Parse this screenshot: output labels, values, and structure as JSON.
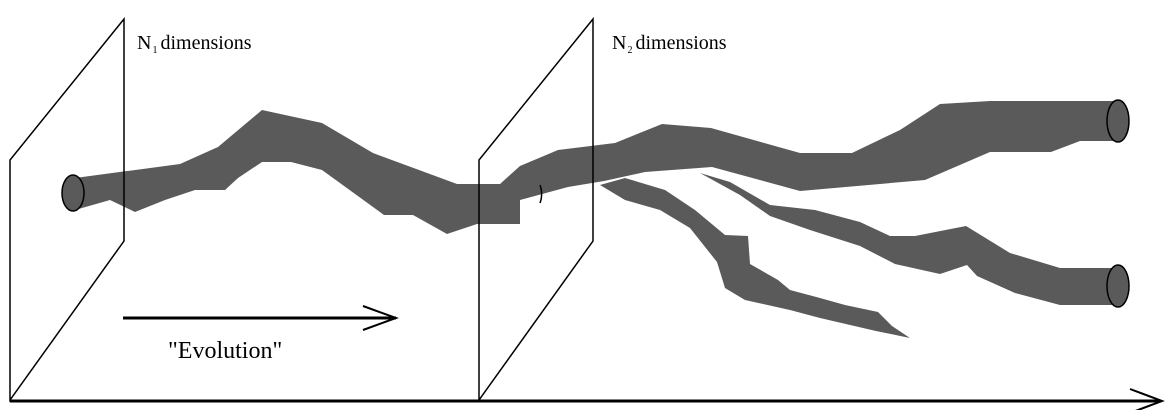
{
  "labels": {
    "plane1": {
      "base": "N",
      "sub": "1",
      "text": "dimensions"
    },
    "plane2": {
      "base": "N",
      "sub": "2",
      "text": "dimensions"
    },
    "arrow": "\"Evolution\""
  },
  "colors": {
    "tube": "#5a5a5a",
    "line": "#000000",
    "background": "#ffffff"
  }
}
